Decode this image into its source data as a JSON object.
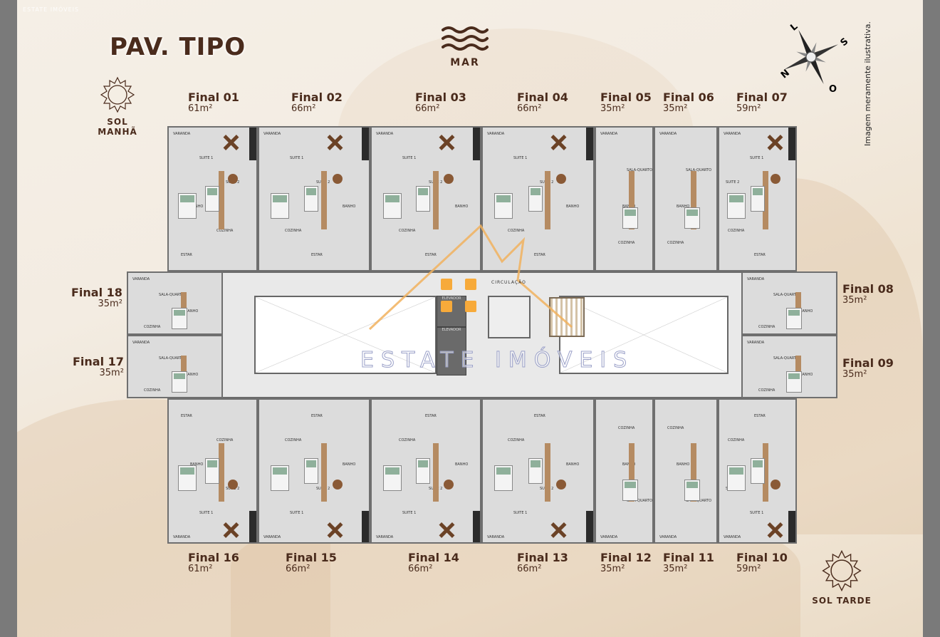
{
  "watermark_top": "ESTATE IMÓVEIS",
  "watermark_center": "ESTATE IMÓVEIS",
  "title": "PAV. TIPO",
  "sea": {
    "label": "MAR",
    "icon": "waves-icon"
  },
  "sun_morning": {
    "label": "SOL MANHÃ",
    "icon": "sun-icon"
  },
  "sun_afternoon": {
    "label": "SOL TARDE",
    "icon": "sun-icon"
  },
  "compass": {
    "n": "N",
    "s": "S",
    "l": "L",
    "o": "O"
  },
  "disclaimer": "Imagem meramente ilustrativa.",
  "circulation_label": "CIRCULAÇÃO",
  "elevator_label": "ELEVADOR",
  "units_top": [
    {
      "name": "Final 01",
      "area": "61m²"
    },
    {
      "name": "Final 02",
      "area": "66m²"
    },
    {
      "name": "Final 03",
      "area": "66m²"
    },
    {
      "name": "Final 04",
      "area": "66m²"
    },
    {
      "name": "Final 05",
      "area": "35m²"
    },
    {
      "name": "Final 06",
      "area": "35m²"
    },
    {
      "name": "Final 07",
      "area": "59m²"
    }
  ],
  "units_bottom": [
    {
      "name": "Final 16",
      "area": "61m²"
    },
    {
      "name": "Final 15",
      "area": "66m²"
    },
    {
      "name": "Final 14",
      "area": "66m²"
    },
    {
      "name": "Final 13",
      "area": "66m²"
    },
    {
      "name": "Final 12",
      "area": "35m²"
    },
    {
      "name": "Final 11",
      "area": "35m²"
    },
    {
      "name": "Final 10",
      "area": "59m²"
    }
  ],
  "units_left": [
    {
      "name": "Final 18",
      "area": "35m²"
    },
    {
      "name": "Final 17",
      "area": "35m²"
    }
  ],
  "units_right": [
    {
      "name": "Final 08",
      "area": "35m²"
    },
    {
      "name": "Final 09",
      "area": "35m²"
    }
  ],
  "rooms": {
    "large": [
      "VARANDA",
      "SUITE 1",
      "SUITE 2",
      "BANHO",
      "COZINHA",
      "ESTAR"
    ],
    "studio": [
      "VARANDA",
      "SALA-QUARTO",
      "BANHO",
      "COZINHA"
    ]
  }
}
